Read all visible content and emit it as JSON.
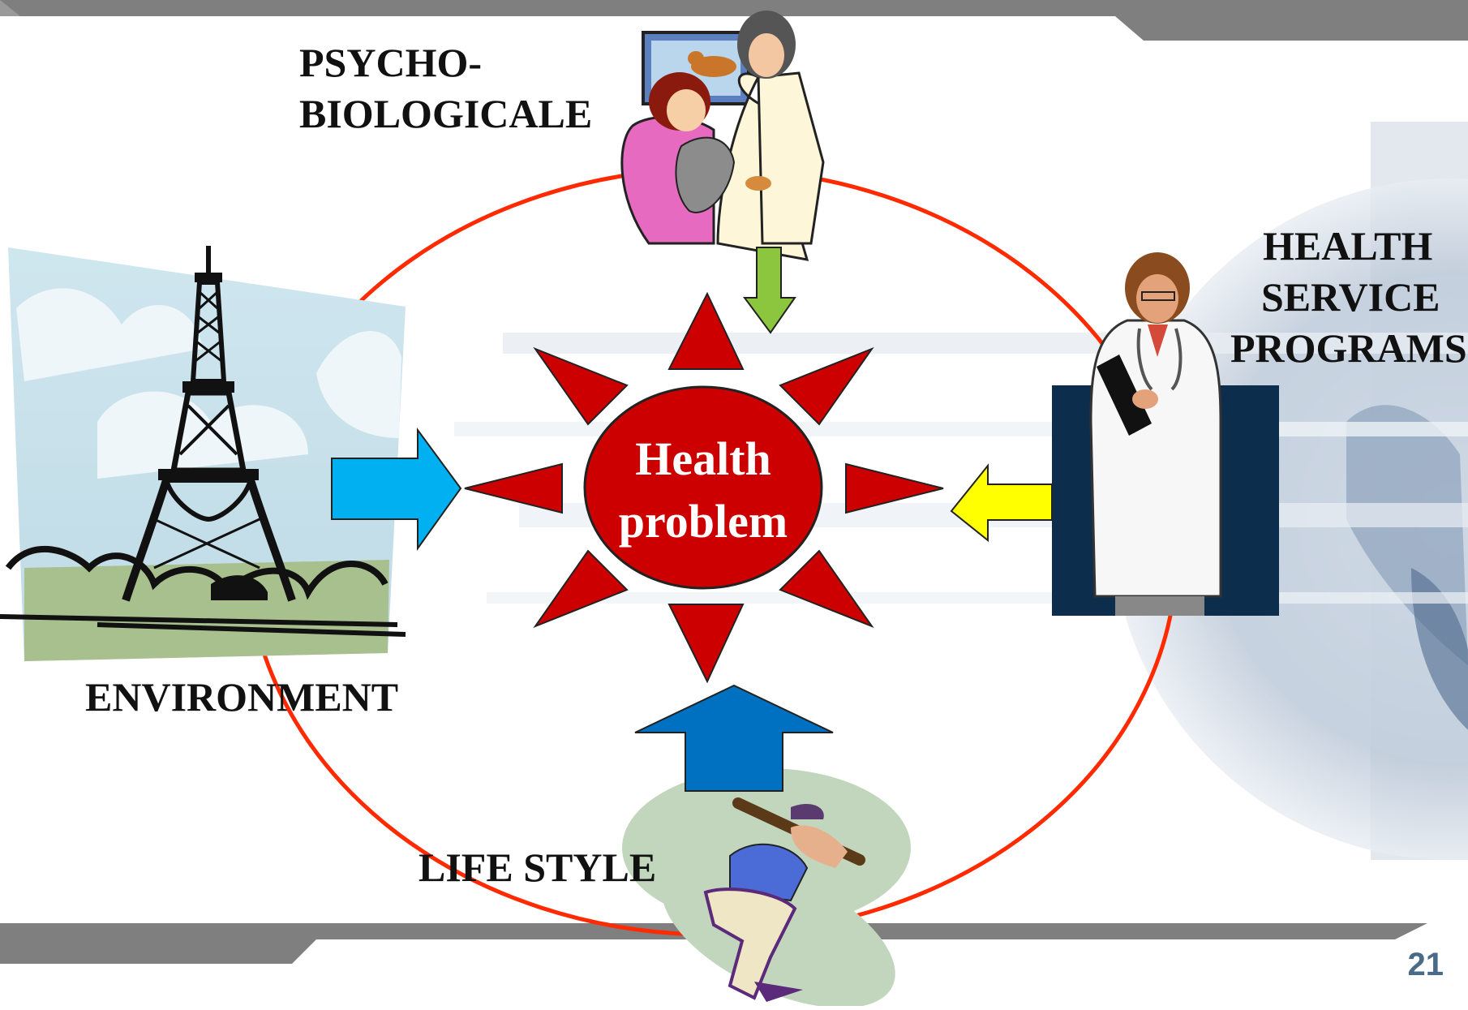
{
  "slide": {
    "page_number": "21",
    "center": {
      "line1": "Health",
      "line2": "problem"
    },
    "labels": {
      "psycho_line1": "PSYCHO-",
      "psycho_line2": "BIOLOGICALE",
      "health_line1": "HEALTH",
      "health_line2": "SERVICE",
      "health_line3": "PROGRAMS",
      "environment": "ENVIRONMENT",
      "lifestyle": "LIFE STYLE"
    },
    "colors": {
      "circle": "#ff2a00",
      "sun": "#cc0000",
      "arrow_environment": "#00b0f0",
      "arrow_health": "#ffff00",
      "arrow_psycho": "#8cc63f",
      "arrow_lifestyle": "#0070c0",
      "band": "#7f7f7f"
    }
  }
}
